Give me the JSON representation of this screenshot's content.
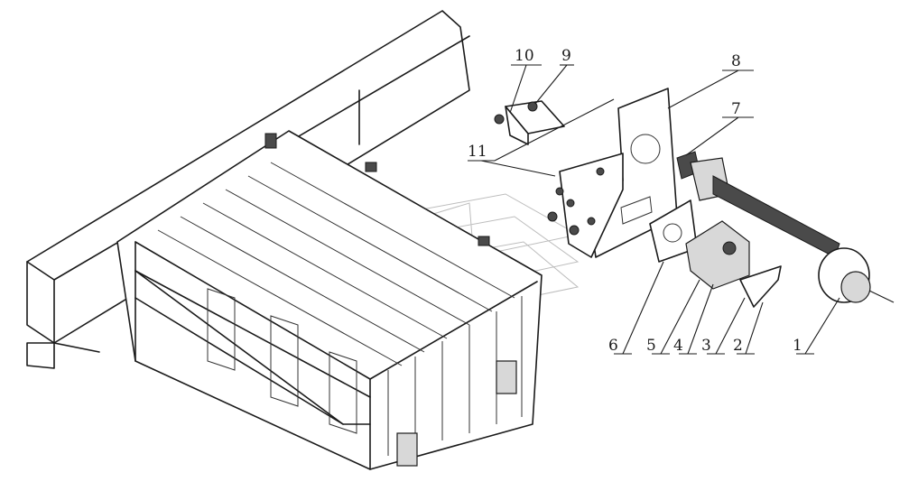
{
  "callouts": [
    {
      "id": "c10",
      "text": "10"
    },
    {
      "id": "c9",
      "text": "9"
    },
    {
      "id": "c8",
      "text": "8"
    },
    {
      "id": "c7",
      "text": "7"
    },
    {
      "id": "c11",
      "text": "11"
    },
    {
      "id": "c6",
      "text": "6"
    },
    {
      "id": "c5",
      "text": "5"
    },
    {
      "id": "c4",
      "text": "4"
    },
    {
      "id": "c3",
      "text": "3"
    },
    {
      "id": "c2",
      "text": "2"
    },
    {
      "id": "c1",
      "text": "1"
    }
  ]
}
